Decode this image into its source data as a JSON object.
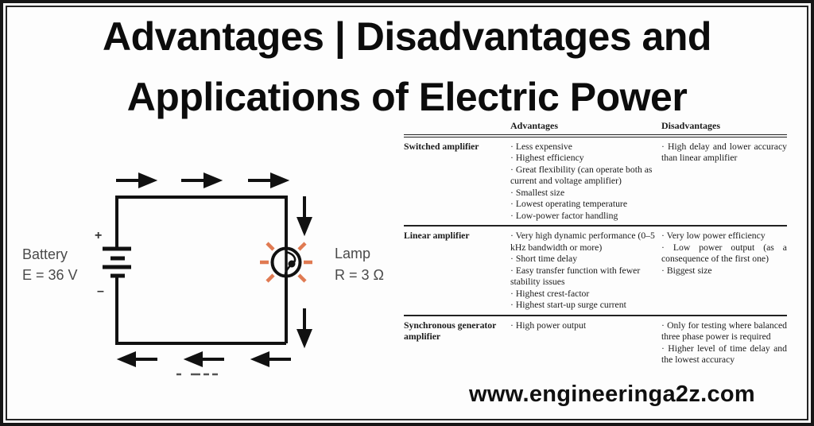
{
  "page": {
    "title_line1": "Advantages | Disadvantages and",
    "title_line2": "Applications of Electric Power",
    "website": "www.engineeringa2z.com"
  },
  "circuit": {
    "battery_label": "Battery",
    "battery_value": "E = 36 V",
    "plus_sign": "+",
    "minus_sign": "–",
    "lamp_label": "Lamp",
    "lamp_value": "R = 3 Ω",
    "wire_color": "#111111",
    "glow_color": "#e07a52"
  },
  "table": {
    "headers": {
      "advantages": "Advantages",
      "disadvantages": "Disadvantages"
    },
    "rows": [
      {
        "label": "Switched amplifier",
        "advantages": [
          "· Less expensive",
          "· Highest efficiency",
          "· Great flexibility (can operate both as current and voltage amplifier)",
          "· Smallest size",
          "· Lowest operating temperature",
          "· Low-power factor handling"
        ],
        "disadvantages": [
          "· High delay and lower accuracy than linear amplifier"
        ]
      },
      {
        "label": "Linear amplifier",
        "advantages": [
          "· Very high dynamic performance (0–5 kHz bandwidth or more)",
          "· Short time delay",
          "· Easy transfer function with fewer stability issues",
          "· Highest crest-factor",
          "· Highest start-up surge current"
        ],
        "disadvantages": [
          "· Very low power efficiency",
          "· Low power output (as a consequence of the first one)",
          "· Biggest size"
        ]
      },
      {
        "label": "Synchronous generator amplifier",
        "advantages": [
          "· High power output"
        ],
        "disadvantages": [
          "· Only for testing where balanced three phase power is required",
          "· Higher level of time delay and the lowest accuracy"
        ]
      }
    ]
  }
}
